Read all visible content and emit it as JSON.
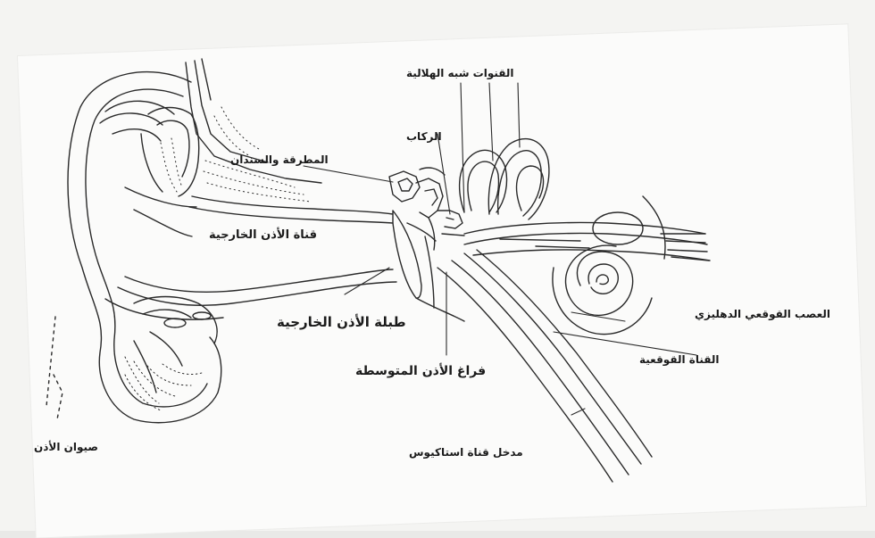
{
  "labels": {
    "semicircular_canals": "القنوات شبه الهلالية",
    "stapes": "الركاب",
    "hammer_and_anvil": "المطرقة والسندان",
    "external_auditory_canal": "قناة الأذن الخارجية",
    "eardrum": "طبلة الأذن الخارجية",
    "vestibulocochlear_nerve": "العصب القوقعي الدهليزي",
    "cochlea": "القناة القوقعية",
    "middle_ear_cavity": "فراغ الأذن المتوسطة",
    "eustachian_tube": "مدخل قناة استاكيوس",
    "earlobe": "صيوان الأذن"
  },
  "colors": {
    "ink": "#2a2a2a",
    "paper": "#fbfbfa"
  }
}
